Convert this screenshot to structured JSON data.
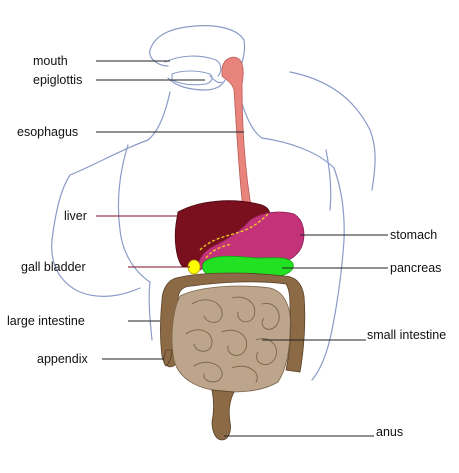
{
  "labels": {
    "mouth": "mouth",
    "epiglottis": "epiglottis",
    "esophagus": "esophagus",
    "liver": "liver",
    "gall_bladder": "gall bladder",
    "large_intestine": "large intestine",
    "appendix": "appendix",
    "stomach": "stomach",
    "pancreas": "pancreas",
    "small_intestine": "small intestine",
    "anus": "anus"
  },
  "colors": {
    "body_outline": "#8a9bc8",
    "esophagus": "#e8847c",
    "liver": "#7a0f1e",
    "stomach": "#c4337a",
    "pancreas": "#22e022",
    "gall_bladder": "#ffff00",
    "large_intestine": "#8b6a45",
    "small_intestine": "#bca58a",
    "leader_line": "#222222"
  }
}
